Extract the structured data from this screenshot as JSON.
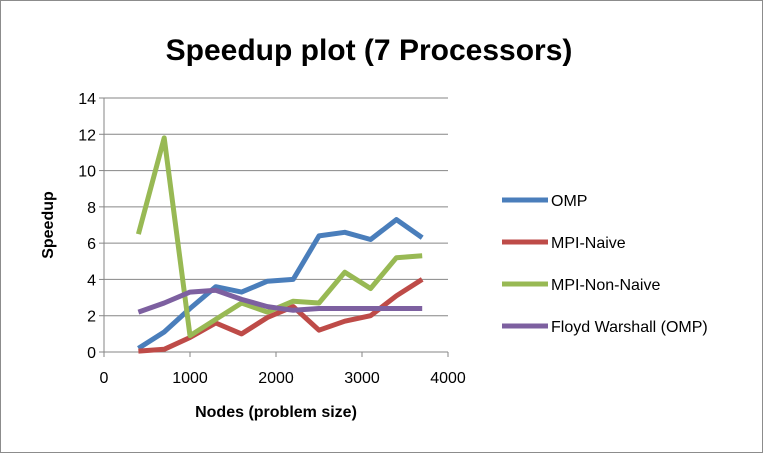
{
  "chart_data": {
    "type": "line",
    "title": "Speedup plot (7 Processors)",
    "xlabel": "Nodes (problem size)",
    "ylabel": "Speedup",
    "xlim": [
      0,
      4000
    ],
    "ylim": [
      0,
      14
    ],
    "xticks": [
      0,
      1000,
      2000,
      3000,
      4000
    ],
    "yticks": [
      0,
      2,
      4,
      6,
      8,
      10,
      12,
      14
    ],
    "grid": "horizontal",
    "legend": "right",
    "series": [
      {
        "name": "OMP",
        "color": "#4a7ebb",
        "x": [
          400,
          700,
          1000,
          1300,
          1600,
          1900,
          2200,
          2500,
          2800,
          3100,
          3400,
          3700
        ],
        "y": [
          0.2,
          1.1,
          2.4,
          3.6,
          3.3,
          3.9,
          4.0,
          6.4,
          6.6,
          6.2,
          7.3,
          6.3
        ]
      },
      {
        "name": "MPI-Naive",
        "color": "#be4b48",
        "x": [
          400,
          700,
          1000,
          1300,
          1600,
          1900,
          2200,
          2500,
          2800,
          3100,
          3400,
          3700
        ],
        "y": [
          0.05,
          0.15,
          0.8,
          1.6,
          1.0,
          1.9,
          2.5,
          1.2,
          1.7,
          2.0,
          3.1,
          4.0
        ]
      },
      {
        "name": "MPI-Non-Naive",
        "color": "#98b954",
        "x": [
          400,
          700,
          1000,
          1300,
          1600,
          1900,
          2200,
          2500,
          2800,
          3100,
          3400,
          3700
        ],
        "y": [
          6.5,
          11.8,
          0.9,
          1.8,
          2.7,
          2.2,
          2.8,
          2.7,
          4.4,
          3.5,
          5.2,
          5.3
        ]
      },
      {
        "name": "Floyd Warshall (OMP)",
        "color": "#7d60a0",
        "x": [
          400,
          700,
          1000,
          1300,
          1600,
          1900,
          2200,
          2500,
          2800,
          3100,
          3400,
          3700
        ],
        "y": [
          2.2,
          2.7,
          3.3,
          3.4,
          2.9,
          2.5,
          2.3,
          2.4,
          2.4,
          2.4,
          2.4,
          2.4
        ]
      }
    ]
  }
}
